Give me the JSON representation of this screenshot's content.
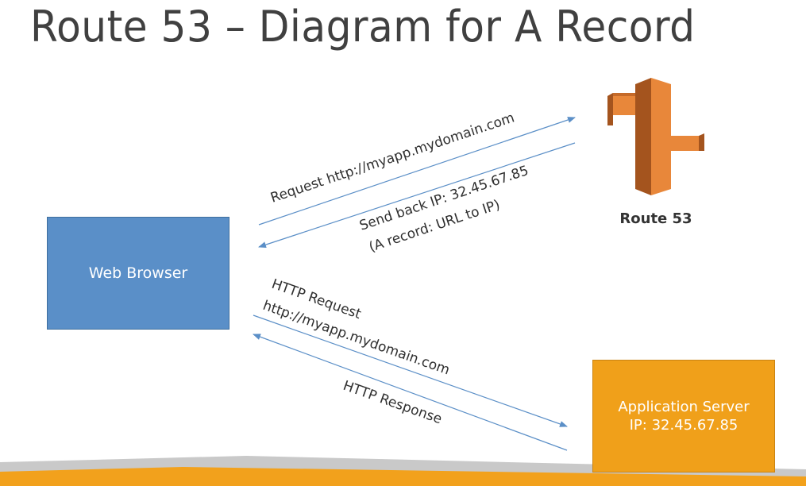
{
  "title": "Route 53 – Diagram for A Record",
  "nodes": {
    "web_browser": "Web Browser",
    "route53": "Route 53",
    "app_server_line1": "Application Server",
    "app_server_line2": "IP: 32.45.67.85"
  },
  "arrows": {
    "dns_request": "Request http://myapp.mydomain.com",
    "dns_response_line1": "Send back IP: 32.45.67.85",
    "dns_response_line2": "(A record: URL to IP)",
    "http_request_line1": "HTTP Request",
    "http_request_line2": "http://myapp.mydomain.com",
    "http_response": "HTTP Response"
  },
  "icons": {
    "route53": "route53-icon"
  },
  "colors": {
    "web_browser": "#5a8fc8",
    "app_server": "#f0a01a",
    "route53_dark": "#a4541e",
    "route53_light": "#e8873a",
    "arrow": "#5b8fc7",
    "footer_orange": "#f2a11c",
    "footer_grey": "#c9c9c9"
  }
}
